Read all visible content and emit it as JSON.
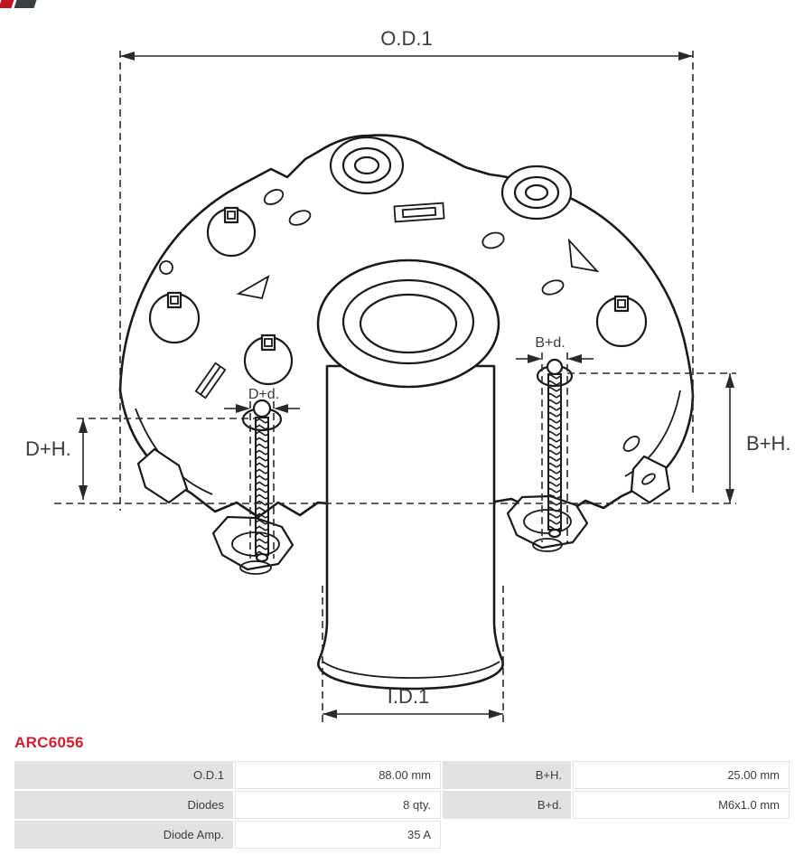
{
  "part_number": "ARC6056",
  "colors": {
    "accent": "#cc2030",
    "line": "#1a1a1a",
    "table_label_bg": "#e1e1e1"
  },
  "drawing": {
    "labels": {
      "od1": "O.D.1",
      "id1": "I.D.1",
      "dh": "D+H.",
      "bh": "B+H.",
      "dd": "D+d.",
      "bd": "B+d."
    }
  },
  "spec_table": {
    "rows": [
      {
        "label1": "O.D.1",
        "value1": "88.00 mm",
        "label2": "B+H.",
        "value2": "25.00 mm"
      },
      {
        "label1": "Diodes",
        "value1": "8 qty.",
        "label2": "B+d.",
        "value2": "M6x1.0 mm"
      },
      {
        "label1": "Diode Amp.",
        "value1": "35 A",
        "label2": "",
        "value2": ""
      }
    ]
  }
}
